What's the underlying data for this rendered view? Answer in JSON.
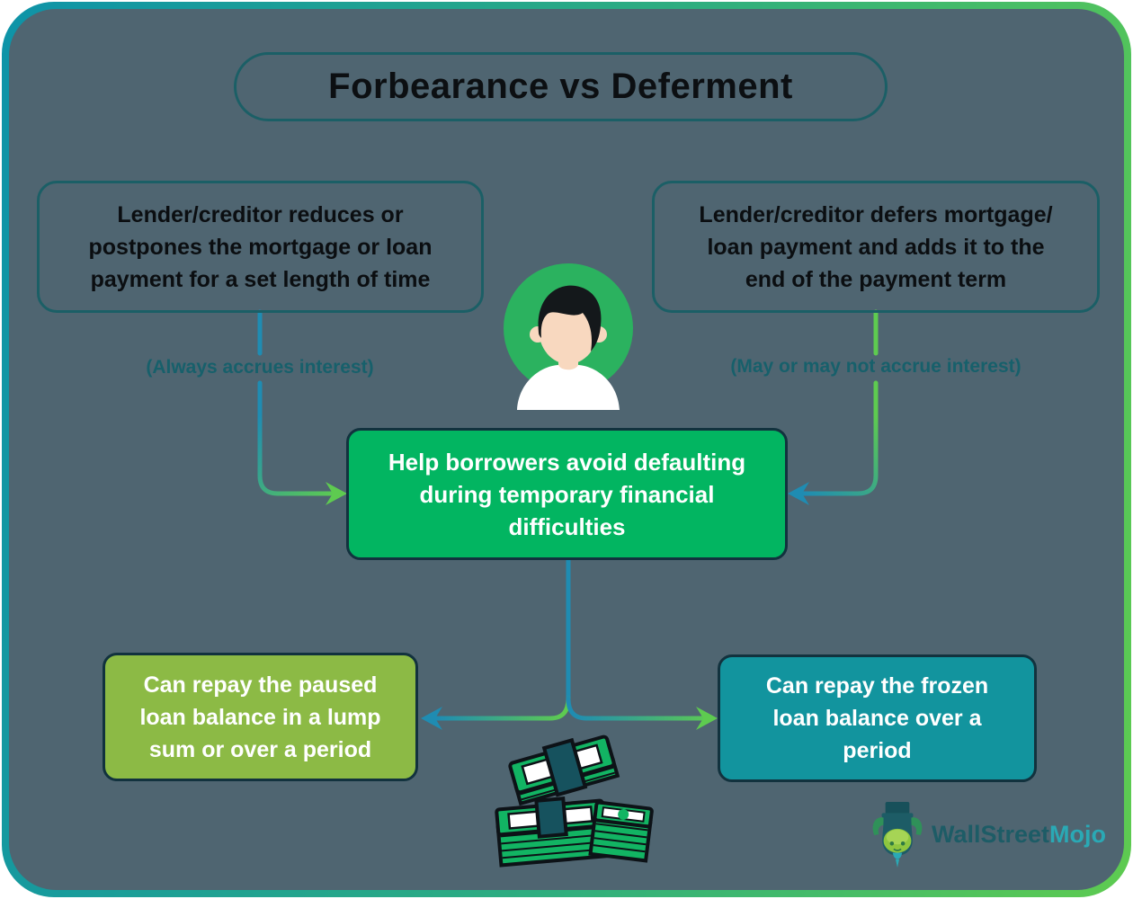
{
  "title": "Forbearance vs Deferment",
  "boxes": {
    "forbearance_definition": {
      "text": "Lender/creditor reduces or postpones the mortgage or loan payment for a set length of time",
      "lines": [
        "Lender/creditor reduces or",
        "postpones the mortgage or loan",
        "payment for a set length of time"
      ]
    },
    "deferment_definition": {
      "text": "Lender/creditor defers mortgage/loan payment and adds it to the end of the payment term",
      "lines": [
        "Lender/creditor defers mortgage/",
        "loan payment and adds it to the",
        "end of the payment term"
      ]
    },
    "shared_benefit": {
      "text": "Help borrowers avoid defaulting during temporary financial difficulties",
      "lines": [
        "Help borrowers avoid defaulting",
        "during temporary financial",
        "difficulties"
      ]
    },
    "forbearance_repayment": {
      "text": "Can repay the paused loan balance in a lump sum or over a period",
      "lines": [
        "Can repay the paused",
        "loan balance in a lump",
        "sum or over a period"
      ]
    },
    "deferment_repayment": {
      "text": "Can repay the frozen loan balance over a period",
      "lines": [
        "Can repay the frozen",
        "loan balance over a",
        "period"
      ]
    }
  },
  "notes": {
    "forbearance": "(Always accrues interest)",
    "deferment": "(May or may not accrue interest)"
  },
  "logo": {
    "brand_primary": "WallStreet",
    "brand_secondary": "Mojo"
  },
  "icons": {
    "avatar": "person-avatar-icon",
    "money": "money-stack-icon",
    "bull": "bull-mascot-icon"
  },
  "colors": {
    "background": "#4f6571",
    "frame_gradient_start": "#0e93a8",
    "frame_gradient_end": "#5ecb50",
    "outline_box_border": "#1b5f66",
    "benefit_box_fill": "#02b561",
    "forbearance_box_fill": "#8cba45",
    "deferment_box_fill": "#12949e",
    "connector_teal": "#1f8cb2",
    "connector_green": "#5ecb50",
    "note_text": "#17606b",
    "avatar_circle": "#2bb25f"
  }
}
